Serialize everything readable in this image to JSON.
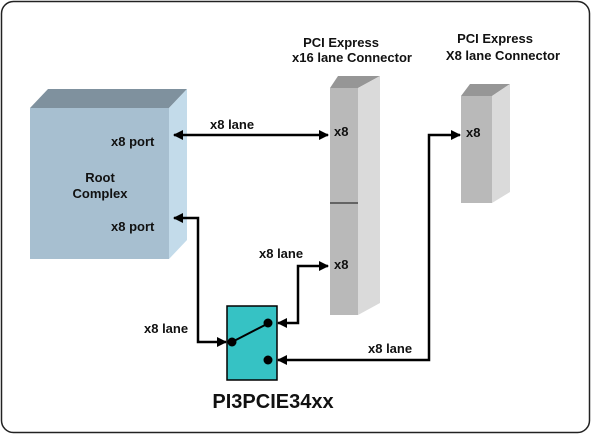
{
  "colors": {
    "root_front": "#a7bfd0",
    "root_top": "#7f919e",
    "root_side": "#c3dbea",
    "connector_front": "#b9b9b9",
    "connector_top": "#969696",
    "connector_side": "#dadada",
    "switch_fill": "#36c2c4",
    "line": "#000000"
  },
  "root_complex": {
    "title_line1": "Root",
    "title_line2": "Complex",
    "port_top": "x8 port",
    "port_bottom": "x8 port"
  },
  "connector_x16": {
    "title_line1": "PCI Express",
    "title_line2": "x16 lane Connector",
    "slot_top": "x8",
    "slot_bottom": "x8"
  },
  "connector_x8": {
    "title_line1": "PCI Express",
    "title_line2": "X8 lane Connector",
    "slot": "x8"
  },
  "links": {
    "root_to_x16": "x8 lane",
    "switch_to_x16": "x8 lane",
    "root_to_switch": "x8 lane",
    "switch_to_x8": "x8 lane"
  },
  "switch_chip": {
    "part_number": "PI3PCIE34xx"
  }
}
